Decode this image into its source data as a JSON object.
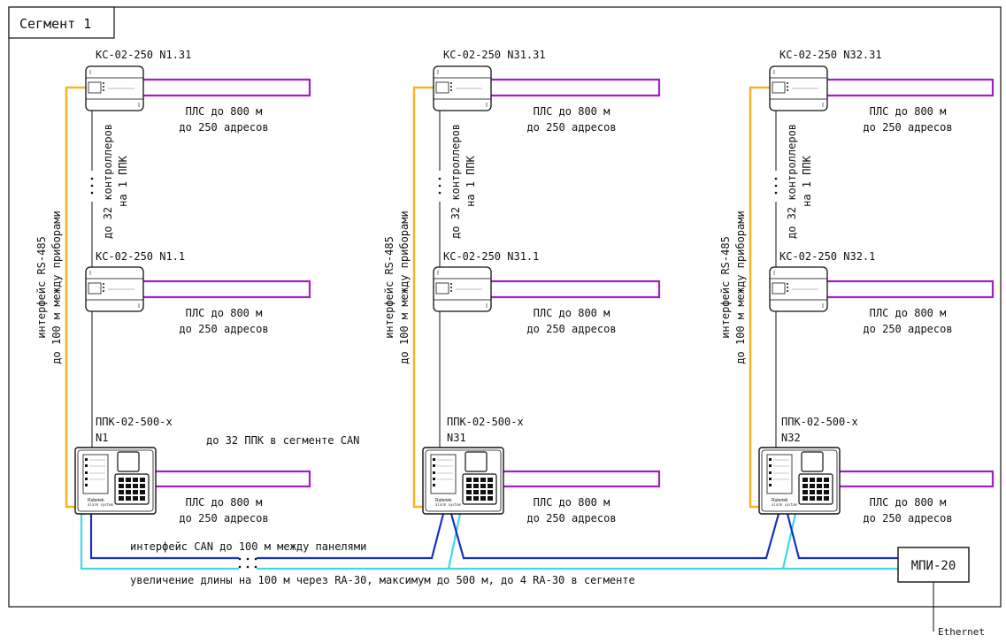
{
  "segment_title": "Сегмент 1",
  "columns": [
    {
      "top_controller": "КС-02-250 N1.31",
      "bottom_controller": "КС-02-250 N1.1",
      "panel_model": "ППК-02-500-х",
      "panel_num": "N1"
    },
    {
      "top_controller": "КС-02-250 N31.31",
      "bottom_controller": "КС-02-250 N31.1",
      "panel_model": "ППК-02-500-х",
      "panel_num": "N31"
    },
    {
      "top_controller": "КС-02-250 N32.31",
      "bottom_controller": "КС-02-250 N32.1",
      "panel_model": "ППК-02-500-х",
      "panel_num": "N32"
    }
  ],
  "pls_line1": "ПЛС до 800 м",
  "pls_line2": "до 250 адресов",
  "rs485_line1": "интерфейс RS-485",
  "rs485_line2": "до 100 м между приборами",
  "ctrl_line1": "до 32 контроллеров",
  "ctrl_line2": "на 1 ППК",
  "can_note": "до 32 ППК в сегменте CAN",
  "can_label": "интерфейс CAN до 100 м между панелями",
  "ra30_label": "увеличение длины на 100 м через RA-30, максимум до 500 м, до 4 RA-30 в сегменте",
  "mpi_label": "МПИ-20",
  "ethernet_label": "Ethernet",
  "device_brand": "Rubetek",
  "device_brand_sub": "alarm system",
  "colors": {
    "pls": "#a020c8",
    "rs485": "#f5b426",
    "can": "#1a2fc0",
    "ra30": "#3fd8e8",
    "line": "#111111"
  }
}
